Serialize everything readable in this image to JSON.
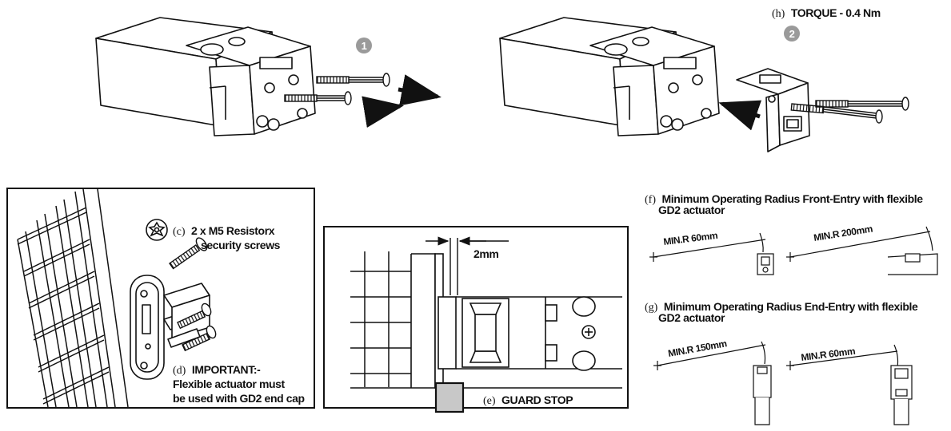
{
  "steps": {
    "step1": "1",
    "step2": "2"
  },
  "torque": {
    "letter": "(h)",
    "label": "TORQUE - 0.4 Nm"
  },
  "panel_c": {
    "letter": "(c)",
    "line1": "2 x M5 Resistorx",
    "line2": "security screws"
  },
  "panel_d": {
    "letter": "(d)",
    "line1": "IMPORTANT:-",
    "line2": "Flexible actuator must",
    "line3": "be used with GD2 end cap"
  },
  "panel_e": {
    "gap": "2mm",
    "letter": "(e)",
    "label": "GUARD STOP"
  },
  "panel_f": {
    "letter": "(f)",
    "line1": "Minimum Operating Radius Front-Entry with flexible",
    "line2": "GD2 actuator",
    "radius1": "MIN.R 60mm",
    "radius2": "MIN.R 200mm"
  },
  "panel_g": {
    "letter": "(g)",
    "line1": "Minimum Operating Radius End-Entry with flexible",
    "line2": "GD2 actuator",
    "radius1": "MIN.R 150mm",
    "radius2": "MIN.R 60mm"
  },
  "colors": {
    "ink": "#111111",
    "step_badge": "#9a9a9a",
    "guard_stop": "#c8c8c8"
  }
}
